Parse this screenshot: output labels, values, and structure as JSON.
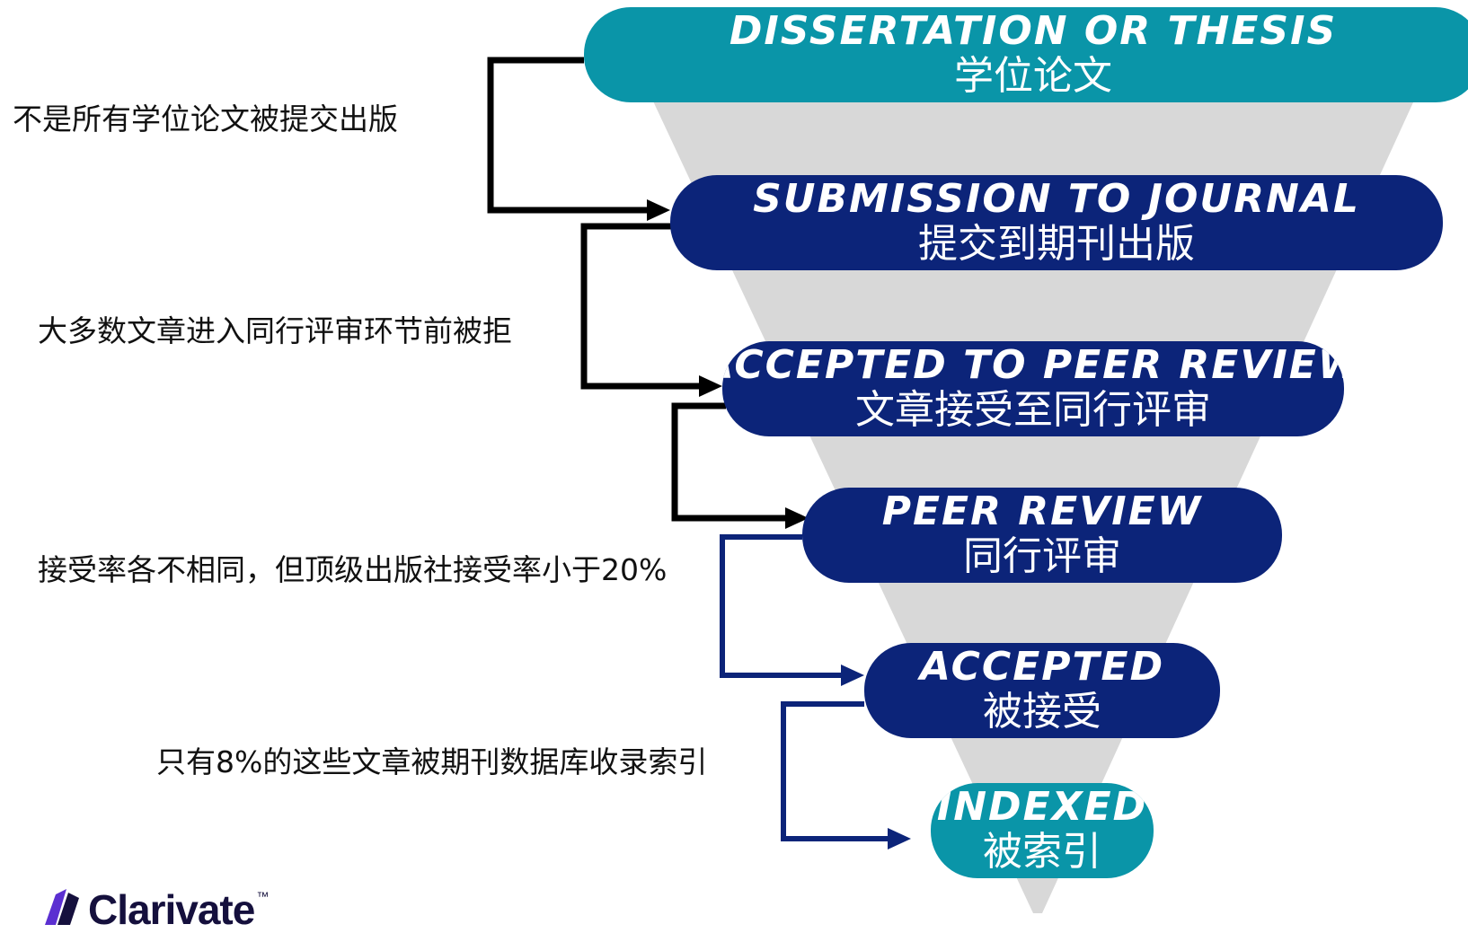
{
  "stages": [
    {
      "en": "DISSERTATION OR THESIS",
      "zh": "学位论文",
      "color": "#0a95a8"
    },
    {
      "en": "SUBMISSION TO JOURNAL",
      "zh": "提交到期刊出版",
      "color": "#0c2479"
    },
    {
      "en": "ACCEPTED TO PEER REVIEW",
      "zh": "文章接受至同行评审",
      "color": "#0c2479"
    },
    {
      "en": "PEER REVIEW",
      "zh": "同行评审",
      "color": "#0c2479"
    },
    {
      "en": "ACCEPTED",
      "zh": "被接受",
      "color": "#0c2479"
    },
    {
      "en": "INDEXED",
      "zh": "被索引",
      "color": "#0a95a8"
    }
  ],
  "notes": [
    "不是所有学位论文被提交出版",
    "大多数文章进入同行评审环节前被拒",
    "接受率各不相同，但顶级出版社接受率小于20%",
    "只有8%的这些文章被期刊数据库收录索引"
  ],
  "logo": {
    "name": "Clarivate",
    "tm": "™"
  },
  "colors": {
    "funnel": "#d8d8d8",
    "arrow_dark": "#000000",
    "arrow_navy": "#0c2479"
  }
}
